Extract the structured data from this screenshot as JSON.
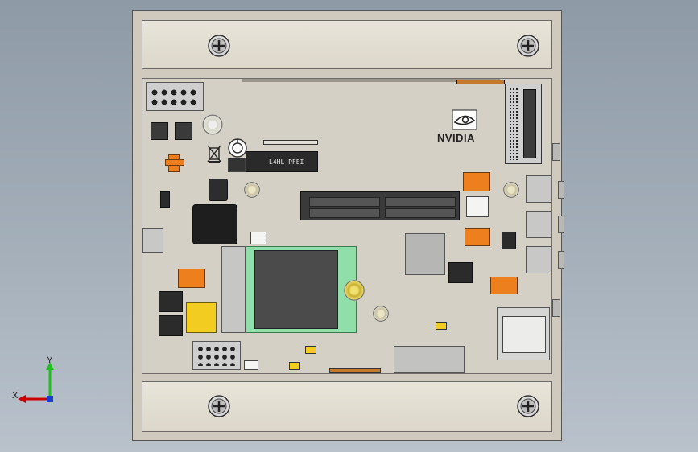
{
  "board": {
    "brand_label": "NVIDIA",
    "chip_label": "L4HL PFEI"
  },
  "triad": {
    "x_label": "X",
    "y_label": "Y"
  },
  "colors": {
    "background_top": "#8e9aa6",
    "enclosure": "#cfcabd",
    "rail": "#e4e0d5",
    "pcb": "#d4d0c6",
    "module_green": "#90dfab",
    "accent_orange": "#ee7f1f",
    "accent_yellow": "#f3cc22",
    "axis_x": "#cc0000",
    "axis_y": "#1fbf1f",
    "axis_z": "#1e3acb"
  }
}
